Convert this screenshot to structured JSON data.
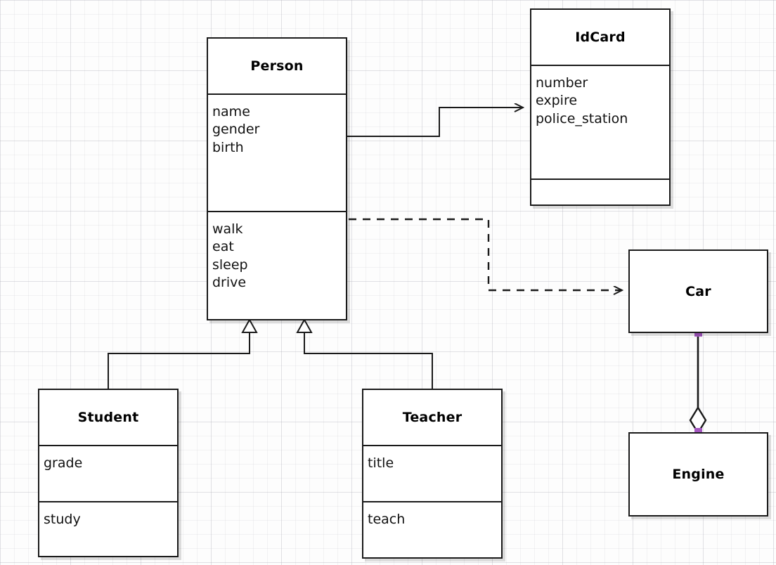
{
  "diagram": {
    "kind": "uml-class-diagram",
    "background": "#fdfdfd",
    "line_color": "#1a1a1a",
    "endpoint_color": "#a457c0"
  },
  "classes": {
    "person": {
      "name": "Person",
      "attributes": [
        "name",
        "gender",
        "birth"
      ],
      "methods": [
        "walk",
        "eat",
        "sleep",
        "drive"
      ]
    },
    "idcard": {
      "name": "IdCard",
      "attributes": [
        "number",
        "expire",
        "police_station"
      ],
      "methods": []
    },
    "student": {
      "name": "Student",
      "attributes": [
        "grade"
      ],
      "methods": [
        "study"
      ]
    },
    "teacher": {
      "name": "Teacher",
      "attributes": [
        "title"
      ],
      "methods": [
        "teach"
      ]
    },
    "car": {
      "name": "Car",
      "attributes": [],
      "methods": []
    },
    "engine": {
      "name": "Engine",
      "attributes": [],
      "methods": []
    }
  },
  "relations": [
    {
      "id": "person-idcard",
      "type": "association",
      "from": "Person",
      "to": "IdCard",
      "style": "solid",
      "arrow": "open"
    },
    {
      "id": "person-car",
      "type": "dependency",
      "from": "Person",
      "to": "Car",
      "style": "dashed",
      "arrow": "open"
    },
    {
      "id": "student-person",
      "type": "generalization",
      "from": "Student",
      "to": "Person",
      "style": "solid",
      "arrow": "hollow-triangle"
    },
    {
      "id": "teacher-person",
      "type": "generalization",
      "from": "Teacher",
      "to": "Person",
      "style": "solid",
      "arrow": "hollow-triangle"
    },
    {
      "id": "car-engine",
      "type": "aggregation",
      "from": "Car",
      "to": "Engine",
      "style": "solid",
      "arrow": "hollow-diamond"
    }
  ]
}
